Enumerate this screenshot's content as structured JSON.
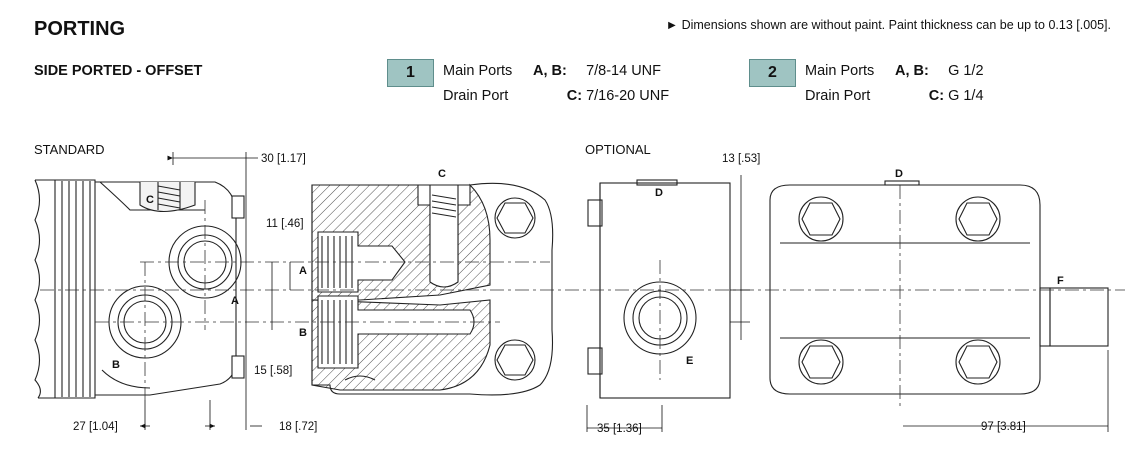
{
  "header": {
    "title": "PORTING",
    "note": "► Dimensions shown are without paint. Paint thickness can be up to 0.13 [.005].",
    "subtitle": "SIDE PORTED - OFFSET"
  },
  "options": [
    {
      "badge": "1",
      "rows": [
        {
          "label": "Main Ports",
          "ports": "A, B:",
          "value": "7/8-14 UNF"
        },
        {
          "label": "Drain Port",
          "ports": "C:",
          "value": "7/16-20 UNF"
        }
      ]
    },
    {
      "badge": "2",
      "rows": [
        {
          "label": "Main Ports",
          "ports": "A, B:",
          "value": "G 1/2"
        },
        {
          "label": "Drain Port",
          "ports": "C:",
          "value": "G 1/4"
        }
      ]
    }
  ],
  "views": {
    "standard": {
      "label": "STANDARD",
      "dims": {
        "top": "30 [1.17]",
        "d11": "11 [.46]",
        "d15": "15 [.58]",
        "d27": "27 [1.04]",
        "d18": "18 [.72]"
      },
      "ports": {
        "a": "A",
        "b": "B",
        "c": "C"
      }
    },
    "section": {
      "ports": {
        "a": "A",
        "b": "B",
        "c": "C"
      }
    },
    "optional": {
      "label": "OPTIONAL",
      "dims": {
        "d13": "13 [.53]",
        "d35": "35 [1.36]",
        "d97": "97 [3.81]"
      },
      "ports": {
        "d": "D",
        "e": "E",
        "d2": "D",
        "f": "F"
      }
    }
  },
  "colors": {
    "badge": "#9fc4c2",
    "line": "#222222"
  }
}
